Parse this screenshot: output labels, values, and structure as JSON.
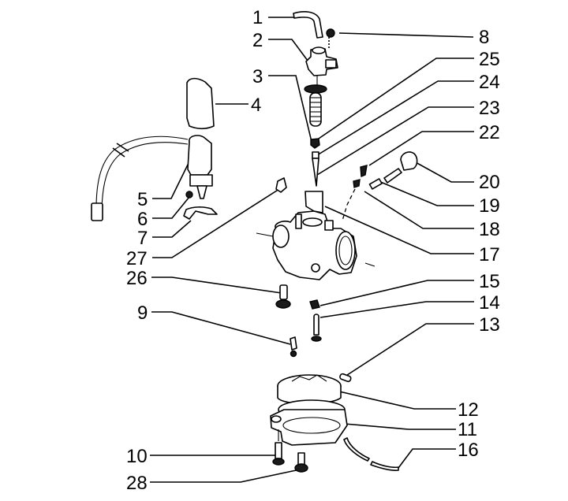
{
  "diagram": {
    "title": "Carburetor exploded parts diagram",
    "colors": {
      "ink": "#000000",
      "background": "#ffffff"
    },
    "callouts": [
      {
        "id": "1",
        "label": "1",
        "part": "fuel-hose"
      },
      {
        "id": "2",
        "label": "2",
        "part": "carburetor-top-cover"
      },
      {
        "id": "3",
        "label": "3",
        "part": "throttle-valve-spring"
      },
      {
        "id": "4",
        "label": "4",
        "part": "choke-cap"
      },
      {
        "id": "5",
        "label": "5",
        "part": "automatic-choke"
      },
      {
        "id": "6",
        "label": "6",
        "part": "choke-screw"
      },
      {
        "id": "7",
        "label": "7",
        "part": "choke-clamp"
      },
      {
        "id": "8",
        "label": "8",
        "part": "cover-screw"
      },
      {
        "id": "9",
        "label": "9",
        "part": "idle-jet"
      },
      {
        "id": "10",
        "label": "10",
        "part": "float-bowl-screw"
      },
      {
        "id": "11",
        "label": "11",
        "part": "float-bowl-gasket"
      },
      {
        "id": "12",
        "label": "12",
        "part": "float"
      },
      {
        "id": "13",
        "label": "13",
        "part": "float-pin"
      },
      {
        "id": "14",
        "label": "14",
        "part": "needle-valve"
      },
      {
        "id": "15",
        "label": "15",
        "part": "main-jet"
      },
      {
        "id": "16",
        "label": "16",
        "part": "drain-tube"
      },
      {
        "id": "17",
        "label": "17",
        "part": "carburetor-body"
      },
      {
        "id": "18",
        "label": "18",
        "part": "mixture-screw-o-ring"
      },
      {
        "id": "19",
        "label": "19",
        "part": "adjuster-spring"
      },
      {
        "id": "20",
        "label": "20",
        "part": "idle-adjusting-screw"
      },
      {
        "id": "22",
        "label": "22",
        "part": "air-screw"
      },
      {
        "id": "23",
        "label": "23",
        "part": "jet-needle"
      },
      {
        "id": "24",
        "label": "24",
        "part": "needle-clip"
      },
      {
        "id": "25",
        "label": "25",
        "part": "needle-retainer"
      },
      {
        "id": "26",
        "label": "26",
        "part": "drain-screw"
      },
      {
        "id": "27",
        "label": "27",
        "part": "cap"
      },
      {
        "id": "28",
        "label": "28",
        "part": "bowl-drain-screw"
      }
    ]
  }
}
